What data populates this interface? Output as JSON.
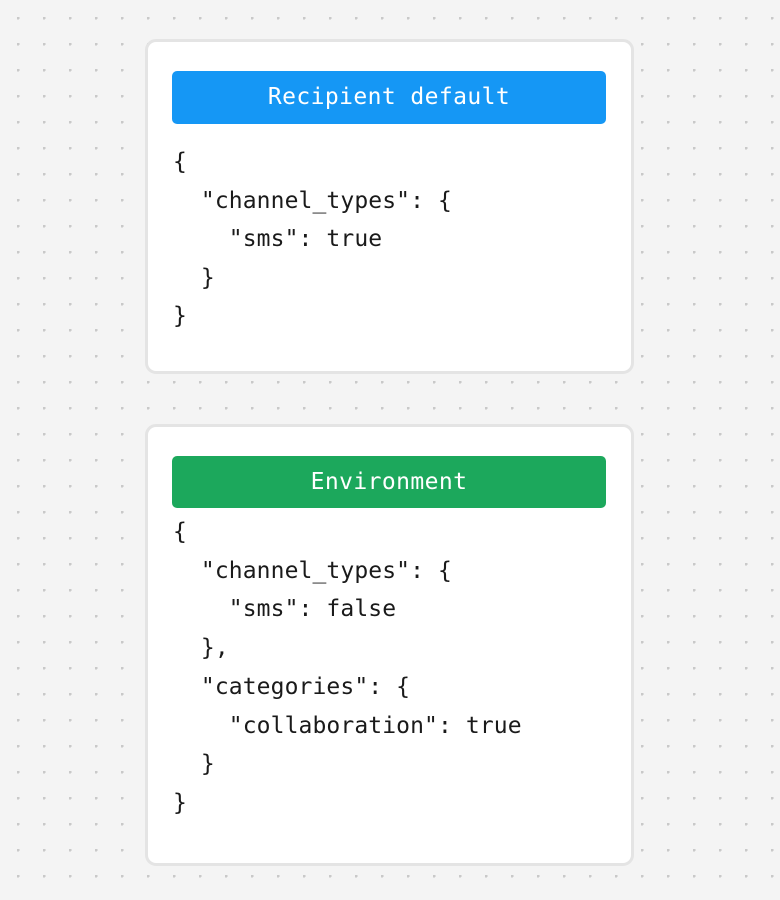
{
  "theme": {
    "background_color": "#f4f4f4",
    "dot_color": "#c9c9c9",
    "card_background": "#ffffff",
    "card_border_color": "#e4e4e4",
    "body_text_color": "#1a1a1a",
    "header_text_color": "#ffffff"
  },
  "cards": [
    {
      "id": "recipient-default",
      "header": {
        "title": "Recipient default",
        "background_color": "#1597f5"
      },
      "body": {
        "language": "json",
        "text": "{\n  \"channel_types\": {\n    \"sms\": true\n  }\n}",
        "lines": [
          "{",
          "  \"channel_types\": {",
          "    \"sms\": true",
          "  }",
          "}"
        ]
      }
    },
    {
      "id": "environment",
      "header": {
        "title": "Environment",
        "background_color": "#1ca85c"
      },
      "body": {
        "language": "json",
        "text": "{\n  \"channel_types\": {\n    \"sms\": false\n  },\n  \"categories\": {\n    \"collaboration\": true\n  }\n}",
        "lines": [
          "{",
          "  \"channel_types\": {",
          "    \"sms\": false",
          "  },",
          "  \"categories\": {",
          "    \"collaboration\": true",
          "  }",
          "}"
        ]
      }
    }
  ]
}
